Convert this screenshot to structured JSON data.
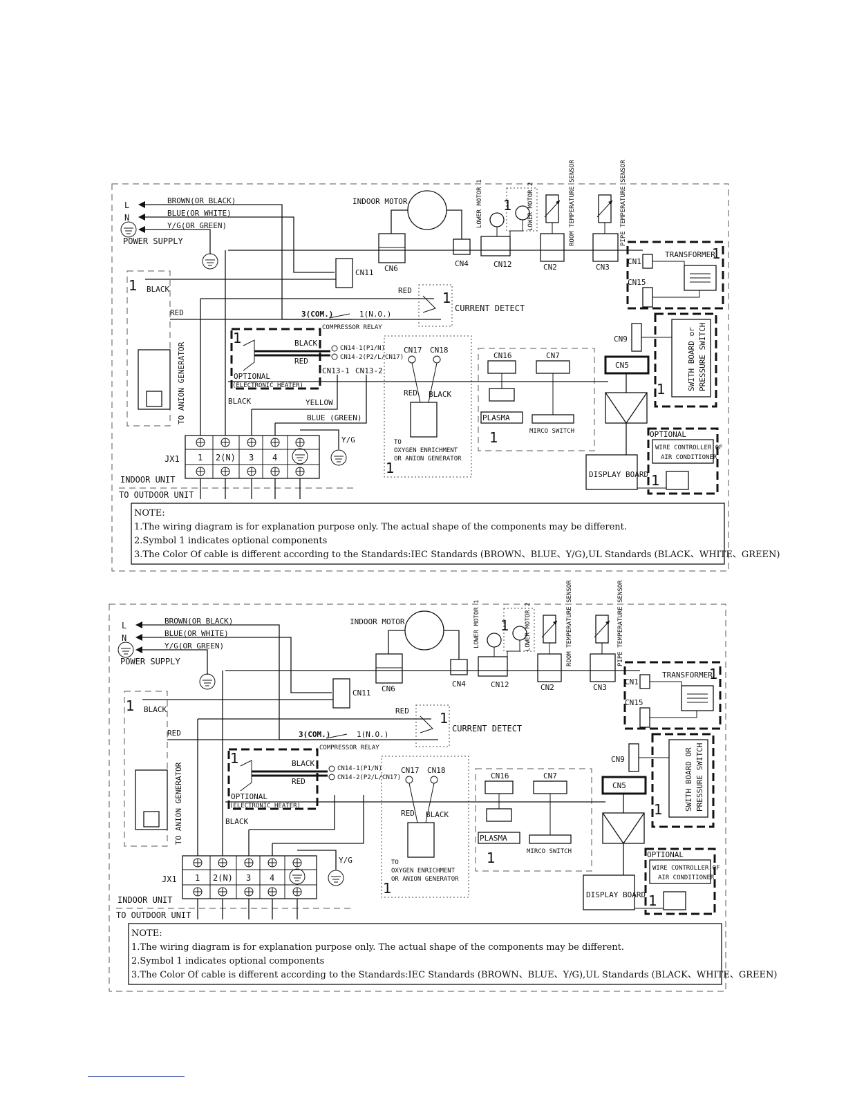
{
  "diagrams": [
    {
      "labels": {
        "L": "L",
        "N": "N",
        "power_supply": "POWER SUPPLY",
        "brown": "BROWN(OR BLACK)",
        "blue": "BLUE(OR WHITE)",
        "yg": "Y/G(OR GREEN)",
        "indoor_motor": "INDOOR MOTOR",
        "lower_motor1": "LOWER MOTOR 1",
        "lower_motor2": "LOWER MOTOR 2",
        "room_sensor": "ROOM TEMPERATURE SENSOR",
        "pipe_sensor": "PIPE TEMPERATURE SENSOR",
        "cn6": "CN6",
        "cn4": "CN4",
        "cn12": "CN12",
        "cn2": "CN2",
        "cn3": "CN3",
        "cn1": "CN1",
        "cn15": "CN15",
        "transformer": "TRANSFORMER",
        "cn11": "CN11",
        "black": "BLACK",
        "red": "RED",
        "current_detect": "CURRENT DETECT",
        "red2": "RED",
        "com": "3(COM.)",
        "no": "1(N.O.)",
        "compressor_relay": "COMPRESSOR RELAY",
        "cn9": "CN9",
        "switch_board_1": "SWITH BOARD or",
        "switch_board_2": "PRESSURE SWITCH",
        "heater_black": "BLACK",
        "heater_red": "RED",
        "cn14_1": "CN14-1(P1/N)",
        "cn14_2": "CN14-2(P2/L/CN17)",
        "optional": "OPTIONAL",
        "electronic_heater": "(ELECTRONIC HEATER)",
        "cn13_1": "CN13-1",
        "cn13_2": "CN13-2",
        "cn17": "CN17",
        "cn18": "CN18",
        "o_red": "RED",
        "o_black": "BLACK",
        "oxy_1": "TO",
        "oxy_2": "OXYGEN ENRICHMENT",
        "oxy_3": "OR ANION GENERATOR",
        "cn16": "CN16",
        "cn7": "CN7",
        "plasma": "PLASMA",
        "micro_switch": "MIRCO SWITCH",
        "cn5": "CN5",
        "to_anion": "TO ANION GENERATOR",
        "bl_black": "BLACK",
        "yellow": "YELLOW",
        "blue_green": "BLUE (GREEN)",
        "yg_term": "Y/G",
        "jx1": "JX1",
        "t1": "1",
        "t2": "2(N)",
        "t3": "3",
        "t4": "4",
        "indoor_unit": "INDOOR UNIT",
        "to_outdoor": "TO OUTDOOR UNIT",
        "optional_wc": "OPTIONAL",
        "wire_ctrl_1": "WIRE CONTROLLER OF",
        "wire_ctrl_2": "AIR CONDITIONER",
        "display_board": "DISPLAY BOARD",
        "one": "1"
      },
      "notes": [
        "NOTE:",
        "1.The wiring diagram is for explanation purpose only. The actual shape of the components may be different.",
        "2.Symbol 1 indicates optional components",
        "3.The Color Of cable is different according to the Standards:IEC Standards (BROWN、BLUE、Y/G),UL Standards (BLACK、WHITE、GREEN)"
      ]
    },
    {
      "labels": {
        "L": "L",
        "N": "N",
        "power_supply": "POWER SUPPLY",
        "brown": "BROWN(OR BLACK)",
        "blue": "BLUE(OR WHITE)",
        "yg": "Y/G(OR GREEN)",
        "indoor_motor": "INDOOR MOTOR",
        "lower_motor1": "LOWER MOTOR 1",
        "lower_motor2": "LOWER MOTOR 2",
        "room_sensor": "ROOM TEMPERATURE SENSOR",
        "pipe_sensor": "PIPE TEMPERATURE SENSOR",
        "cn6": "CN6",
        "cn4": "CN4",
        "cn12": "CN12",
        "cn2": "CN2",
        "cn3": "CN3",
        "cn1": "CN1",
        "cn15": "CN15",
        "transformer": "TRANSFORMER",
        "cn11": "CN11",
        "black": "BLACK",
        "red": "RED",
        "current_detect": "CURRENT DETECT",
        "red2": "RED",
        "com": "3(COM.)",
        "no": "1(N.O.)",
        "compressor_relay": "COMPRESSOR RELAY",
        "cn9": "CN9",
        "switch_board_1": "SWITH BOARD OR",
        "switch_board_2": "PRESSURE SWITCH",
        "heater_black": "BLACK",
        "heater_red": "RED",
        "cn14_1": "CN14-1(P1/N)",
        "cn14_2": "CN14-2(P2/L/CN17)",
        "optional": "OPTIONAL",
        "electronic_heater": "(ELECTRONIC HEATER)",
        "cn13_1": "",
        "cn13_2": "",
        "cn17": "CN17",
        "cn18": "CN18",
        "o_red": "RED",
        "o_black": "BLACK",
        "oxy_1": "TO",
        "oxy_2": "OXYGEN ENRICHMENT",
        "oxy_3": "OR ANION GENERATOR",
        "cn16": "CN16",
        "cn7": "CN7",
        "plasma": "PLASMA",
        "micro_switch": "MIRCO SWITCH",
        "cn5": "CN5",
        "to_anion": "TO ANION GENERATOR",
        "bl_black": "BLACK",
        "yellow": "",
        "blue_green": "",
        "yg_term": "Y/G",
        "jx1": "JX1",
        "t1": "1",
        "t2": "2(N)",
        "t3": "3",
        "t4": "4",
        "indoor_unit": "INDOOR UNIT",
        "to_outdoor": "TO OUTDOOR UNIT",
        "optional_wc": "OPTIONAL",
        "wire_ctrl_1": "WIRE CONTROLLER OF",
        "wire_ctrl_2": "AIR CONDITIONER",
        "display_board": "DISPLAY BOARD",
        "one": "1"
      },
      "notes": [
        "NOTE:",
        "1.The wiring diagram is for explanation purpose only. The actual shape of the components may be different.",
        "2.Symbol 1 indicates optional components",
        "3.The Color Of cable is different according to the Standards:IEC Standards (BROWN、BLUE、Y/G),UL Standards (BLACK、WHITE、GREEN)"
      ]
    }
  ]
}
